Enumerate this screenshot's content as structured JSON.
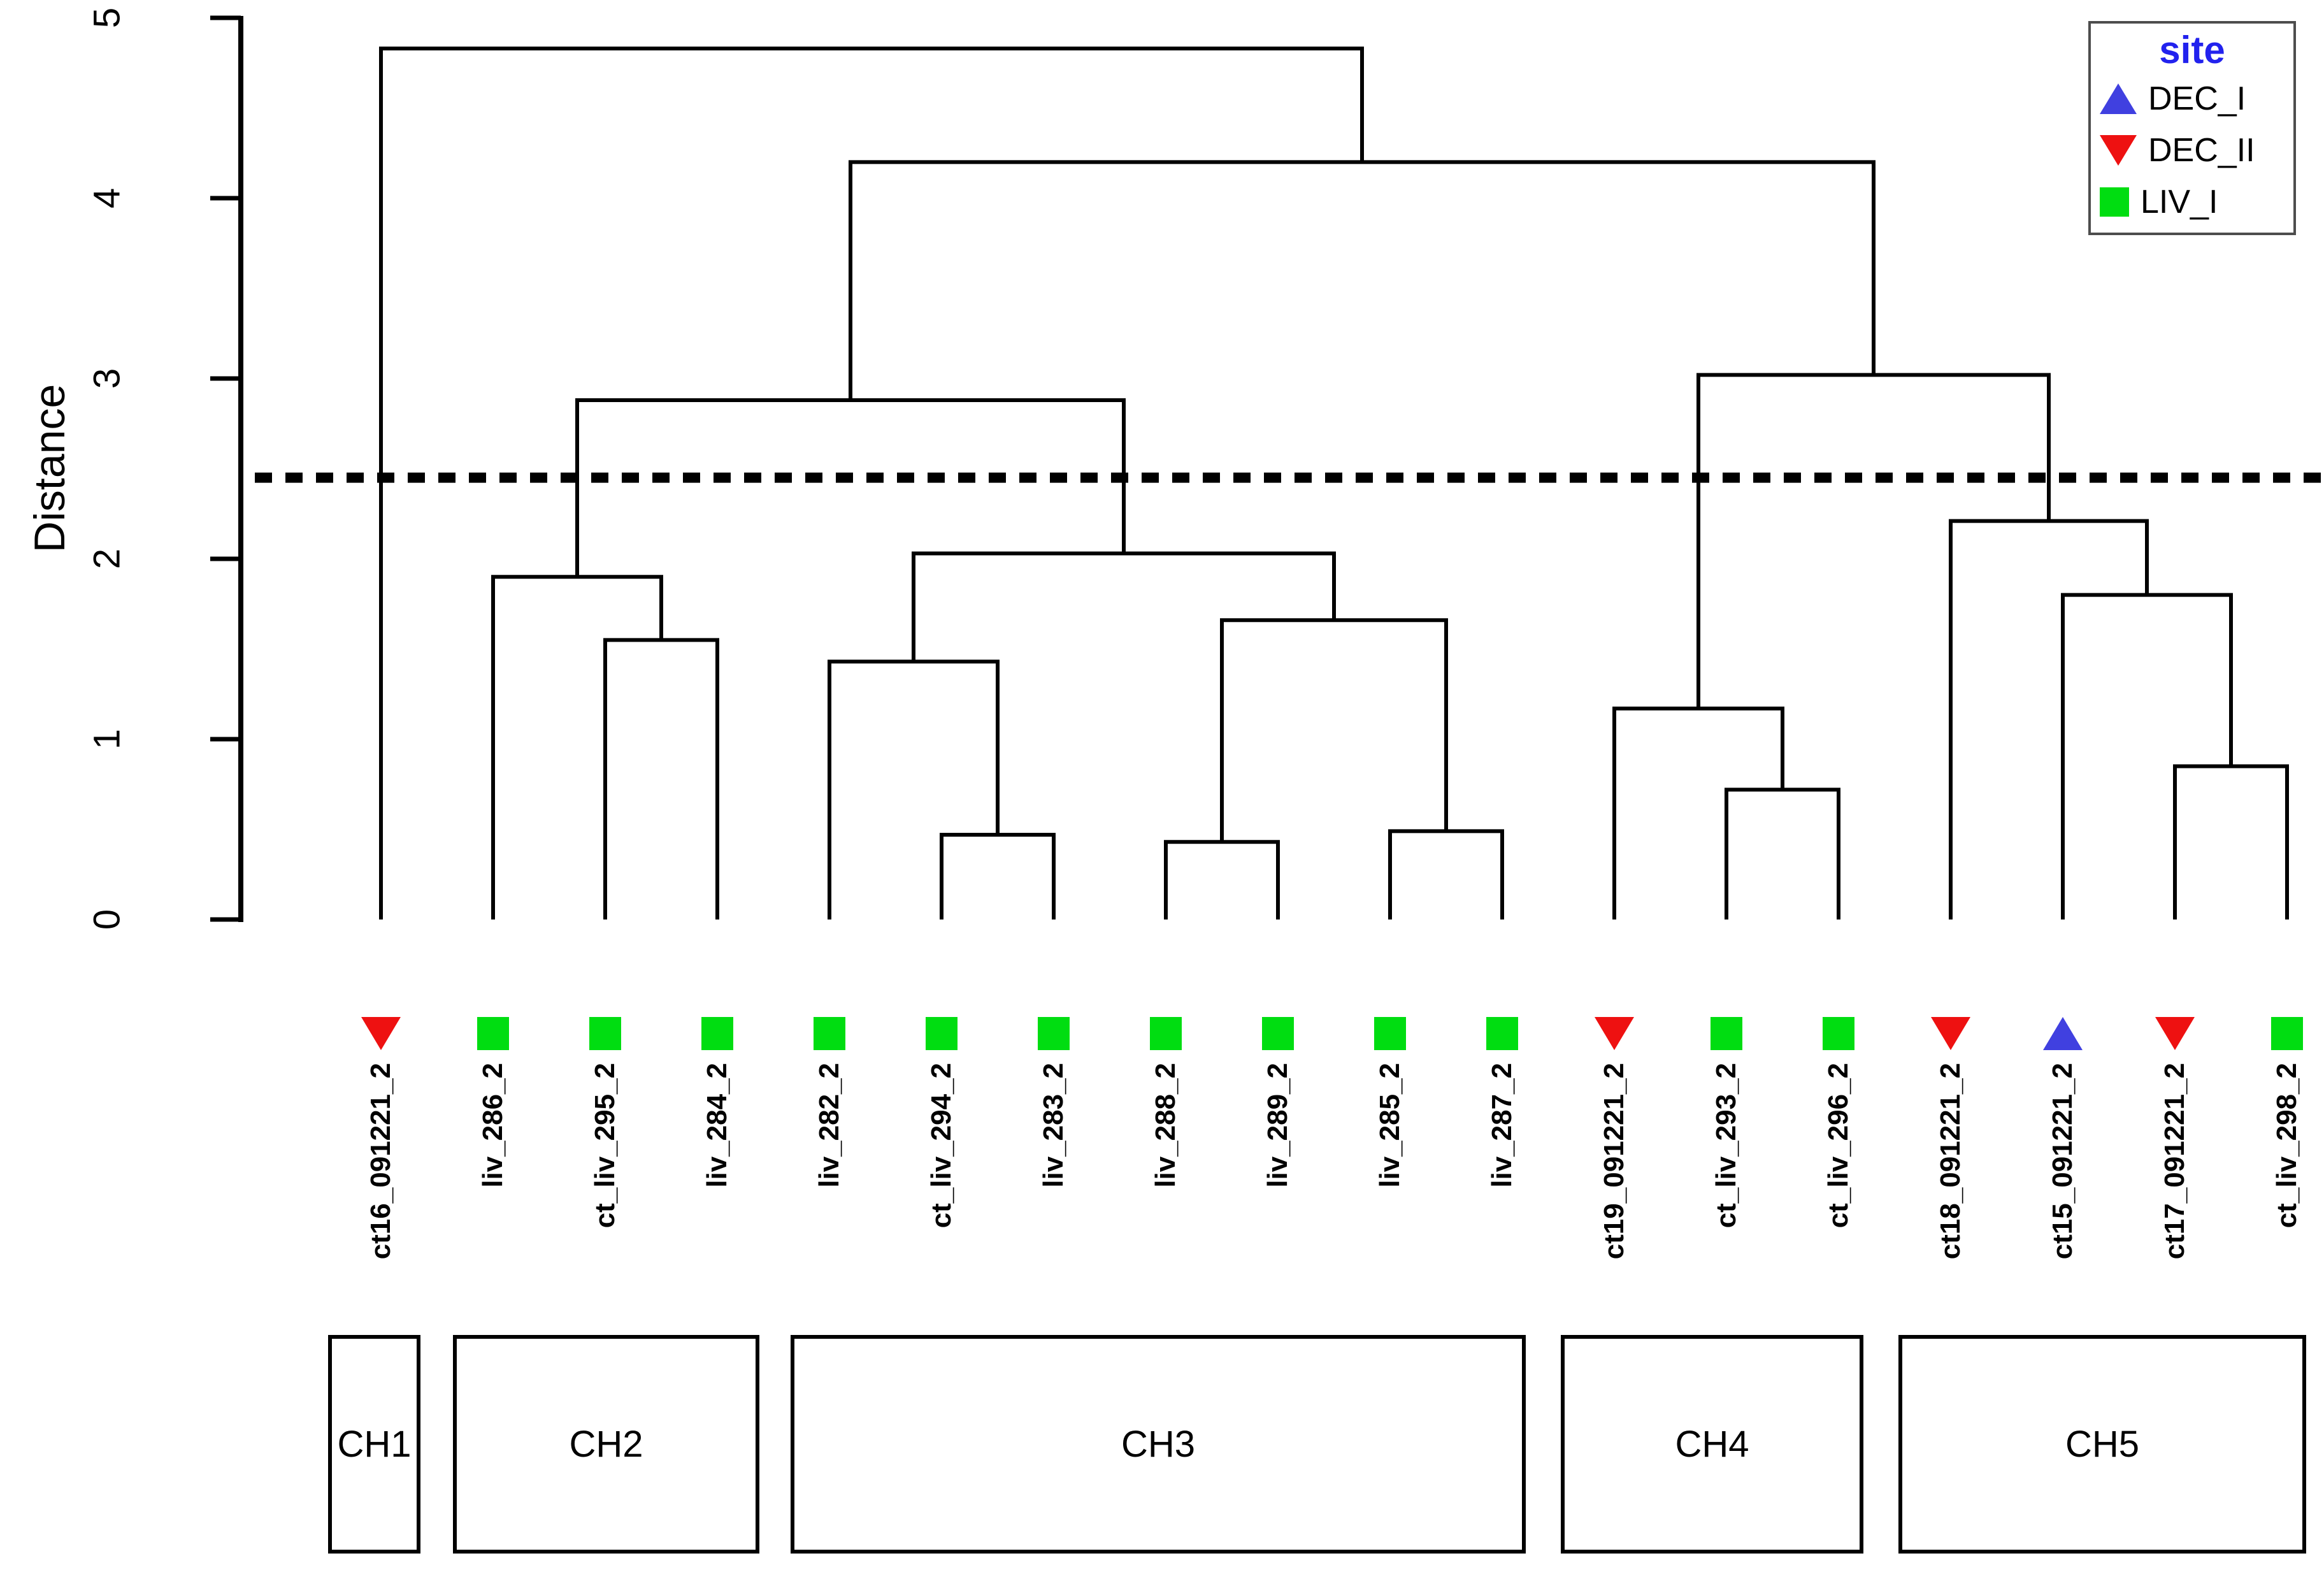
{
  "figure": {
    "background": "#ffffff"
  },
  "chart_data": {
    "type": "dendrogram",
    "ylabel": "Distance",
    "ylim": [
      0,
      5
    ],
    "yticks": [
      "0",
      "1",
      "2",
      "3",
      "4",
      "5"
    ],
    "cut_line": 2.45,
    "grid": false,
    "leaves": [
      {
        "label": "ct16_091221_2",
        "site": "DEC_II"
      },
      {
        "label": "liv_286_2",
        "site": "LIV_I"
      },
      {
        "label": "ct_liv_295_2",
        "site": "LIV_I"
      },
      {
        "label": "liv_284_2",
        "site": "LIV_I"
      },
      {
        "label": "liv_282_2",
        "site": "LIV_I"
      },
      {
        "label": "ct_liv_294_2",
        "site": "LIV_I"
      },
      {
        "label": "liv_283_2",
        "site": "LIV_I"
      },
      {
        "label": "liv_288_2",
        "site": "LIV_I"
      },
      {
        "label": "liv_289_2",
        "site": "LIV_I"
      },
      {
        "label": "liv_285_2",
        "site": "LIV_I"
      },
      {
        "label": "liv_287_2",
        "site": "LIV_I"
      },
      {
        "label": "ct19_091221_2",
        "site": "DEC_II"
      },
      {
        "label": "ct_liv_293_2",
        "site": "LIV_I"
      },
      {
        "label": "ct_liv_296_2",
        "site": "LIV_I"
      },
      {
        "label": "ct18_091221_2",
        "site": "DEC_II"
      },
      {
        "label": "ct15_091221_2",
        "site": "DEC_I"
      },
      {
        "label": "ct17_091221_2",
        "site": "DEC_II"
      },
      {
        "label": "ct_liv_298_2",
        "site": "LIV_I"
      }
    ],
    "linkage": {
      "h": 4.83,
      "c": [
        1,
        {
          "h": 4.2,
          "c": [
            {
              "h": 2.88,
              "c": [
                {
                  "h": 1.9,
                  "c": [
                    2,
                    {
                      "h": 1.55,
                      "c": [
                        3,
                        4
                      ]
                    }
                  ]
                },
                {
                  "h": 2.03,
                  "c": [
                    {
                      "h": 1.43,
                      "c": [
                        5,
                        {
                          "h": 0.47,
                          "c": [
                            6,
                            7
                          ]
                        }
                      ]
                    },
                    {
                      "h": 1.66,
                      "c": [
                        {
                          "h": 0.43,
                          "c": [
                            8,
                            9
                          ]
                        },
                        {
                          "h": 0.49,
                          "c": [
                            10,
                            11
                          ]
                        }
                      ]
                    }
                  ]
                }
              ]
            },
            {
              "h": 3.02,
              "c": [
                {
                  "h": 1.17,
                  "c": [
                    12,
                    {
                      "h": 0.72,
                      "c": [
                        13,
                        14
                      ]
                    }
                  ]
                },
                {
                  "h": 2.21,
                  "c": [
                    15,
                    {
                      "h": 1.8,
                      "c": [
                        16,
                        {
                          "h": 0.85,
                          "c": [
                            17,
                            18
                          ]
                        }
                      ]
                    }
                  ]
                }
              ]
            }
          ]
        }
      ]
    },
    "clusters": [
      {
        "label": "CH1",
        "leaf_range": [
          1,
          1
        ]
      },
      {
        "label": "CH2",
        "leaf_range": [
          2,
          4
        ]
      },
      {
        "label": "CH3",
        "leaf_range": [
          5,
          11
        ]
      },
      {
        "label": "CH4",
        "leaf_range": [
          12,
          14
        ]
      },
      {
        "label": "CH5",
        "leaf_range": [
          15,
          18
        ]
      }
    ]
  },
  "legend": {
    "title": "site",
    "title_color": "#2222ee",
    "items": [
      {
        "label": "DEC_I",
        "marker": "triangle-up",
        "color": "#4040e0"
      },
      {
        "label": "DEC_II",
        "marker": "triangle-down",
        "color": "#ee1111"
      },
      {
        "label": "LIV_I",
        "marker": "square",
        "color": "#00dd11"
      }
    ]
  }
}
